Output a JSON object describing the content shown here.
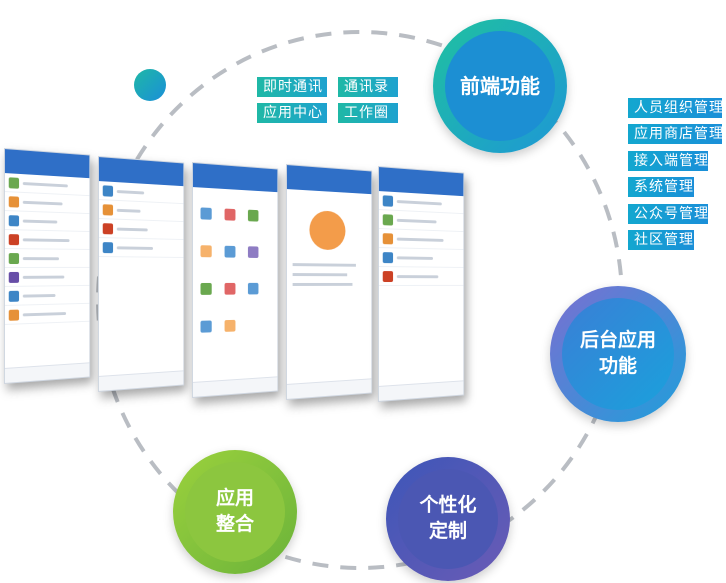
{
  "features": {
    "frontend": {
      "label": "前端功能"
    },
    "backend": {
      "line1": "后台应用",
      "line2": "功能"
    },
    "custom": {
      "line1": "个性化",
      "line2": "定制"
    },
    "integration": {
      "line1": "应用",
      "line2": "整合"
    }
  },
  "frontend_tags": [
    "即时通讯",
    "通讯录",
    "应用中心",
    "工作圈"
  ],
  "backend_tags": [
    "人员组织管理",
    "应用商店管理",
    "接入端管理",
    "系统管理",
    "公众号管理",
    "社区管理"
  ],
  "colors": {
    "ring": "#b8bcc2",
    "teal": "#1fb8a6",
    "blue": "#1a8fd8",
    "purple": "#5b55b8",
    "green": "#8cc63f",
    "app_bar": "#2f6fc7"
  }
}
